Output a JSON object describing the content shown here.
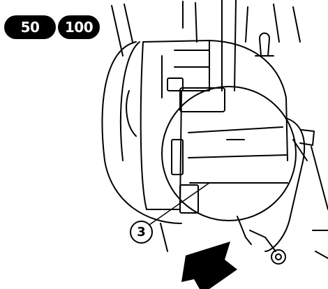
{
  "badges": [
    {
      "label": "50"
    },
    {
      "label": "100"
    }
  ],
  "callouts": [
    {
      "label": "3"
    }
  ],
  "colors": {
    "ink": "#000000",
    "paper": "#ffffff"
  }
}
